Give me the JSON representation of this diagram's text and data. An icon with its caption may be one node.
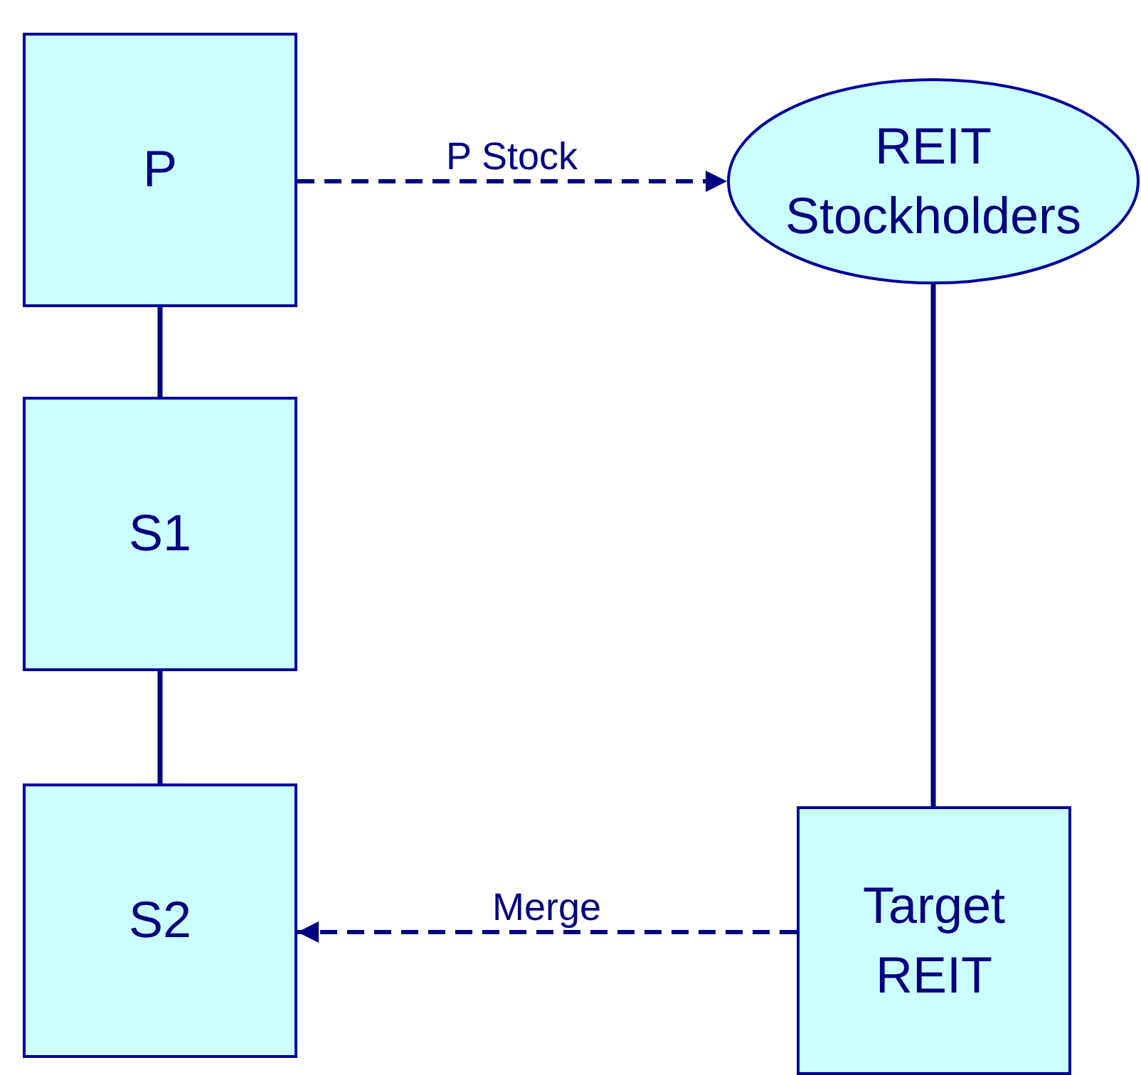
{
  "diagram": {
    "nodes": [
      {
        "text": [
          "P"
        ]
      },
      {
        "text": [
          "REIT Stockholders"
        ]
      },
      {
        "text": [
          "S1"
        ]
      },
      {
        "text": [
          "S2"
        ]
      },
      {
        "text": [
          "Target REIT"
        ]
      }
    ],
    "edges": [
      {
        "from": 0,
        "to": 1,
        "arrow": "to",
        "label": "P Stock",
        "style": "dashed"
      },
      {
        "from": 0,
        "to": 2,
        "arrow": "none"
      },
      {
        "from": 1,
        "to": 4,
        "arrow": "none"
      },
      {
        "from": 2,
        "to": 3,
        "arrow": "none"
      },
      {
        "from": 4,
        "to": 3,
        "arrow": "to",
        "label": "Merge",
        "style": "dashed"
      }
    ]
  }
}
